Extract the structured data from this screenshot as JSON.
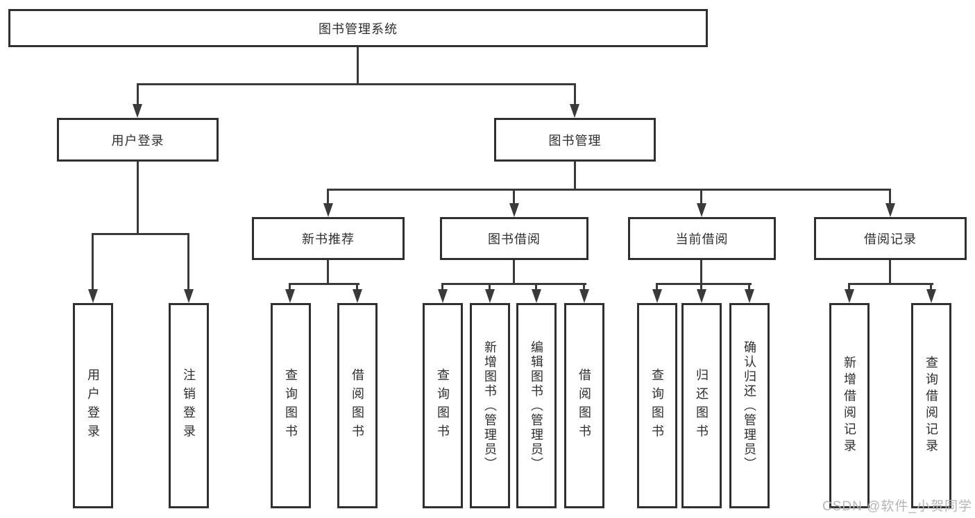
{
  "nodes": {
    "root": {
      "label": "图书管理系统"
    },
    "user_login": {
      "label": "用户登录"
    },
    "book_management": {
      "label": "图书管理"
    },
    "new_book_recommend": {
      "label": "新书推荐"
    },
    "book_borrowing": {
      "label": "图书借阅"
    },
    "current_borrowing": {
      "label": "当前借阅"
    },
    "borrowing_records": {
      "label": "借阅记录"
    },
    "leaf_user_login": {
      "label": "用户登录"
    },
    "leaf_logout": {
      "label": "注销登录"
    },
    "leaf_query_books_recommend": {
      "label": "查询图书"
    },
    "leaf_borrow_books_recommend": {
      "label": "借阅图书"
    },
    "leaf_query_books_borrowing": {
      "label": "查询图书"
    },
    "leaf_add_books_admin": {
      "label": "新增图书（管理员）"
    },
    "leaf_edit_books_admin": {
      "label": "编辑图书（管理员）"
    },
    "leaf_borrow_books_borrowing": {
      "label": "借阅图书"
    },
    "leaf_query_books_current": {
      "label": "查询图书"
    },
    "leaf_return_books": {
      "label": "归还图书"
    },
    "leaf_confirm_return_admin": {
      "label": "确认归还（管理员）"
    },
    "leaf_add_borrow_record": {
      "label": "新增借阅记录"
    },
    "leaf_query_borrow_record": {
      "label": "查询借阅记录"
    }
  },
  "watermark": {
    "text": "CSDN @软件_小贺同学"
  },
  "colors": {
    "line": "#3a3a3a",
    "box_border": "#2f2f2f",
    "text": "#2e2e2e",
    "watermark": "#b7b4b7",
    "background": "#ffffff"
  }
}
